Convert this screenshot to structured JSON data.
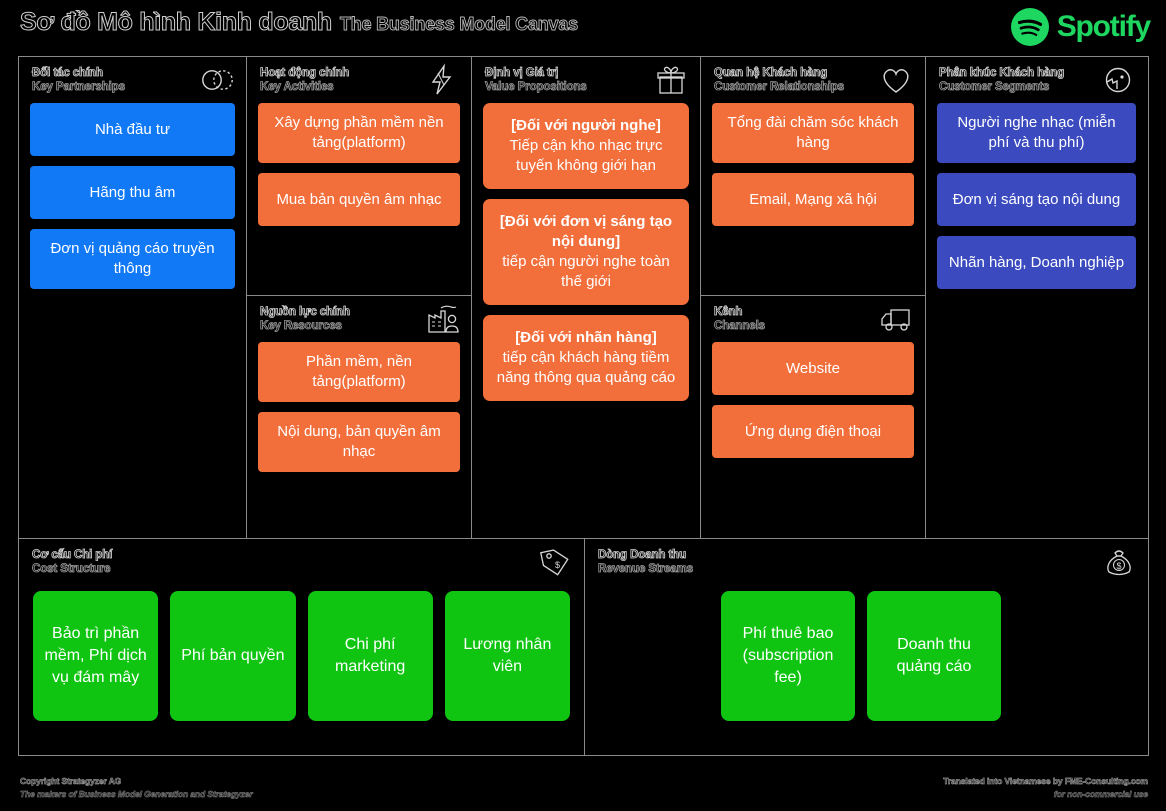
{
  "header": {
    "title_vn": "Sơ đồ Mô hình Kinh doanh",
    "title_en": "The Business Model Canvas",
    "brand": "Spotify",
    "brand_color": "#1ED760"
  },
  "colors": {
    "background": "#000000",
    "border": "#8a8a8a",
    "blue": "#1179F5",
    "indigo": "#3B4BBF",
    "orange": "#F26F3C",
    "green": "#10C512",
    "text": "#ffffff"
  },
  "blocks": {
    "key_partnerships": {
      "title_vn": "Đối tác chính",
      "title_en": "Key Partnerships",
      "icon": "interlocking-rings-icon",
      "card_color": "#1179F5",
      "cards": [
        "Nhà đầu tư",
        "Hãng thu âm",
        "Đơn vị quảng cáo truyền thông"
      ]
    },
    "key_activities": {
      "title_vn": "Hoạt động chính",
      "title_en": "Key Activities",
      "icon": "lightning-bolt-icon",
      "card_color": "#F26F3C",
      "cards": [
        "Xây dựng phần mềm nền tảng(platform)",
        "Mua bản quyền âm nhạc"
      ]
    },
    "key_resources": {
      "title_vn": "Nguồn lực chính",
      "title_en": "Key Resources",
      "icon": "factory-worker-icon",
      "card_color": "#F26F3C",
      "cards": [
        "Phần mềm, nền tảng(platform)",
        "Nội dung, bản quyền âm nhạc"
      ]
    },
    "value_propositions": {
      "title_vn": "Định vị Giá trị",
      "title_en": "Value Propositions",
      "icon": "gift-box-icon",
      "card_color": "#F26F3C",
      "cards": [
        {
          "lead": "[Đối với người nghe]",
          "body": "Tiếp cận kho nhạc trực tuyến không giới hạn"
        },
        {
          "lead": "[Đối với đơn vị sáng tạo nội dung]",
          "body": "tiếp cận người nghe toàn thế giới"
        },
        {
          "lead": "[Đối với nhãn hàng]",
          "body": "tiếp cận khách hàng tiềm năng thông qua quảng cáo"
        }
      ]
    },
    "customer_relationships": {
      "title_vn": "Quan hệ Khách hàng",
      "title_en": "Customer Relationships",
      "icon": "heart-icon",
      "card_color": "#F26F3C",
      "cards": [
        "Tổng đài chăm sóc khách hàng",
        "Email, Mạng xã hội"
      ]
    },
    "channels": {
      "title_vn": "Kênh",
      "title_en": "Channels",
      "icon": "delivery-truck-icon",
      "card_color": "#F26F3C",
      "cards": [
        "Website",
        "Ứng dụng điện thoại"
      ]
    },
    "customer_segments": {
      "title_vn": "Phân khúc Khách hàng",
      "title_en": "Customer Segments",
      "icon": "person-in-circle-icon",
      "card_color": "#3B4BBF",
      "cards": [
        "Người nghe nhạc (miễn phí và thu phí)",
        "Đơn vị sáng tạo nội dung",
        "Nhãn hàng, Doanh nghiệp"
      ]
    },
    "cost_structure": {
      "title_vn": "Cơ cấu Chi phí",
      "title_en": "Cost Structure",
      "icon": "price-tag-icon",
      "card_color": "#10C512",
      "cards": [
        "Bảo trì phần mềm, Phí dịch vụ đám mây",
        "Phí bản quyền",
        "Chi phí marketing",
        "Lương nhân viên"
      ]
    },
    "revenue_streams": {
      "title_vn": "Dòng Doanh thu",
      "title_en": "Revenue Streams",
      "icon": "money-bag-icon",
      "card_color": "#10C512",
      "cards": [
        "Phí thuê bao (subscription fee)",
        "Doanh thu quảng cáo"
      ]
    }
  },
  "footer": {
    "left_line1": "Copyright Strategyzer AG",
    "left_line2": "The makers of Business Model Generation and Strategyzer",
    "right_line1": "Translated into Vietnamese by FME-Consulting.com",
    "right_line2": "for non-commercial use"
  }
}
